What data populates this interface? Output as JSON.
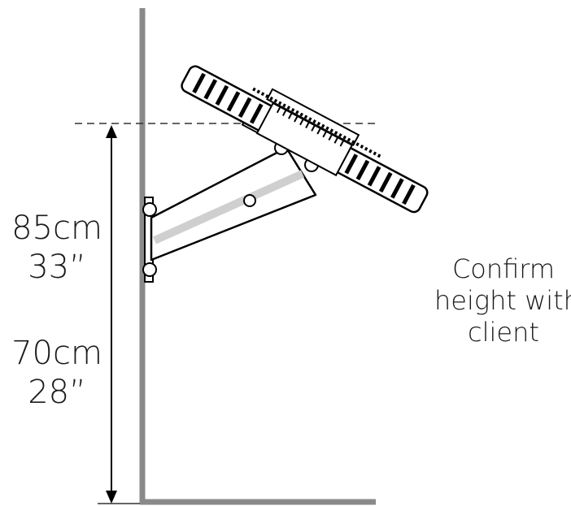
{
  "heights": [
    {
      "metric": "85cm",
      "imperial": "33”"
    },
    {
      "metric": "70cm",
      "imperial": "28”"
    }
  ],
  "note": {
    "line1": "Confirm",
    "line2": "height with",
    "line3": "client"
  },
  "colors": {
    "wall": "#8a8a8a",
    "line": "#000000",
    "arm_fill": "#ffffff"
  }
}
